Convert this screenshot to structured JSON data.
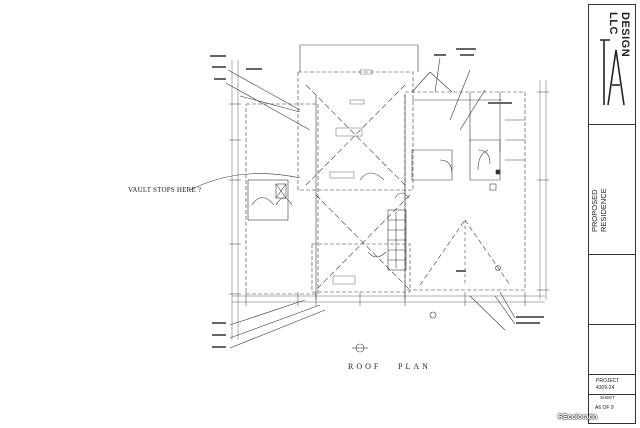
{
  "drawing": {
    "annotation": "VAULT STOPS HERE ?",
    "title_word1": "ROOF",
    "title_word2": "PLAN"
  },
  "title_block": {
    "firm_name": "DESIGN LLC",
    "project_title": "PROPOSED RESIDENCE",
    "project_label": "PROJECT",
    "project_number": "4309-24",
    "sheet_label": "SHEET",
    "sheet_number": "A6 OF 9"
  },
  "watermark": "REcolorado",
  "colors": {
    "line": "#3a3a3a",
    "paper": "#ffffff"
  }
}
